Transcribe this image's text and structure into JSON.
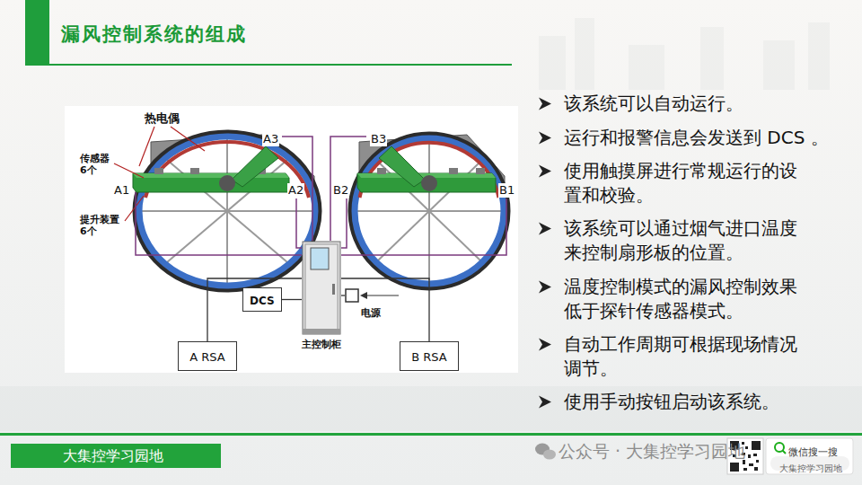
{
  "diagram": {
    "title": "漏风控制系统的组成",
    "nodes": [
      {
        "text": [
          "主控制柜"
        ]
      },
      {
        "text": [
          "DCS"
        ]
      },
      {
        "text": [
          "电源"
        ]
      },
      {
        "text": [
          "A RSA"
        ]
      },
      {
        "text": [
          "B RSA"
        ]
      },
      {
        "text": [
          "大集控学习园地"
        ]
      }
    ],
    "edges": [
      {
        "from": 0,
        "to": 1,
        "arrow": "none"
      },
      {
        "from": 0,
        "to": 2,
        "arrow": "none"
      },
      {
        "from": 0,
        "to": 3,
        "arrow": "none"
      },
      {
        "from": 0,
        "to": 4,
        "arrow": "none"
      }
    ],
    "labels": [
      "热电偶",
      "传感器 6个",
      "A1",
      "提升装置 6个",
      "A3",
      "A2",
      "B3",
      "B2",
      "B1",
      "该系统可以自动运行。",
      "运行和报警信息会发送到 DCS 。",
      "使用触摸屏进行常规运行的设置和校验。",
      "该系统可以通过烟气进口温度来控制扇形板的位置。",
      "温度控制模式的漏风控制效果低于探针传感器模式。",
      "自动工作周期可根据现场情况调节。",
      "使用手动按钮启动该系统。",
      "公众号 · 大集控学习园地",
      "微信搜一搜",
      "大集控学习园地"
    ]
  }
}
